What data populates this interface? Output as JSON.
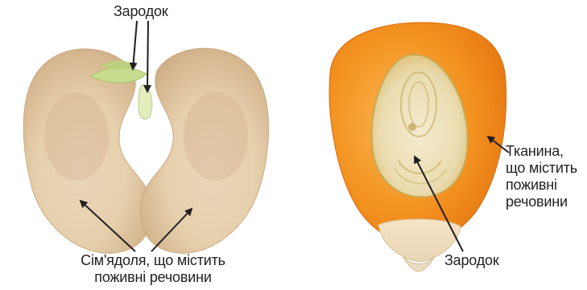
{
  "bean": {
    "embryo_label": "Зародок",
    "cotyledon_label_line1": "Сім'ядоля, що містить",
    "cotyledon_label_line2": "поживні речовини"
  },
  "corn": {
    "tissue_label_line1": "Тканина,",
    "tissue_label_line2": "що містить",
    "tissue_label_line3": "поживні",
    "tissue_label_line4": "речовини",
    "embryo_label": "Зародок"
  },
  "colors": {
    "bean_seed": "#e8d2b0",
    "embryo_green": "#c6dc8f",
    "corn_orange": "#f39422",
    "corn_inner": "#efe1b8",
    "corn_tip": "#f5ecd9",
    "arrow": "#231f20"
  }
}
